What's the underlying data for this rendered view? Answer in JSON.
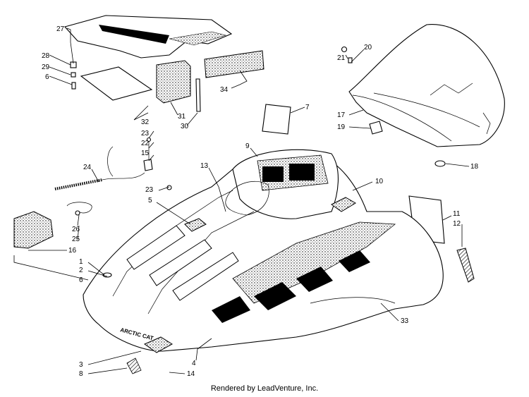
{
  "diagram": {
    "callouts": [
      "1",
      "2",
      "3",
      "4",
      "5",
      "6",
      "6",
      "7",
      "8",
      "9",
      "10",
      "11",
      "12",
      "13",
      "14",
      "15",
      "16",
      "17",
      "18",
      "19",
      "20",
      "21",
      "22",
      "23",
      "23",
      "24",
      "25",
      "26",
      "27",
      "28",
      "29",
      "30",
      "31",
      "32",
      "33",
      "34"
    ],
    "brand_text": "ARCTIC CAT"
  },
  "footer": {
    "text": "Rendered by LeadVenture, Inc."
  }
}
